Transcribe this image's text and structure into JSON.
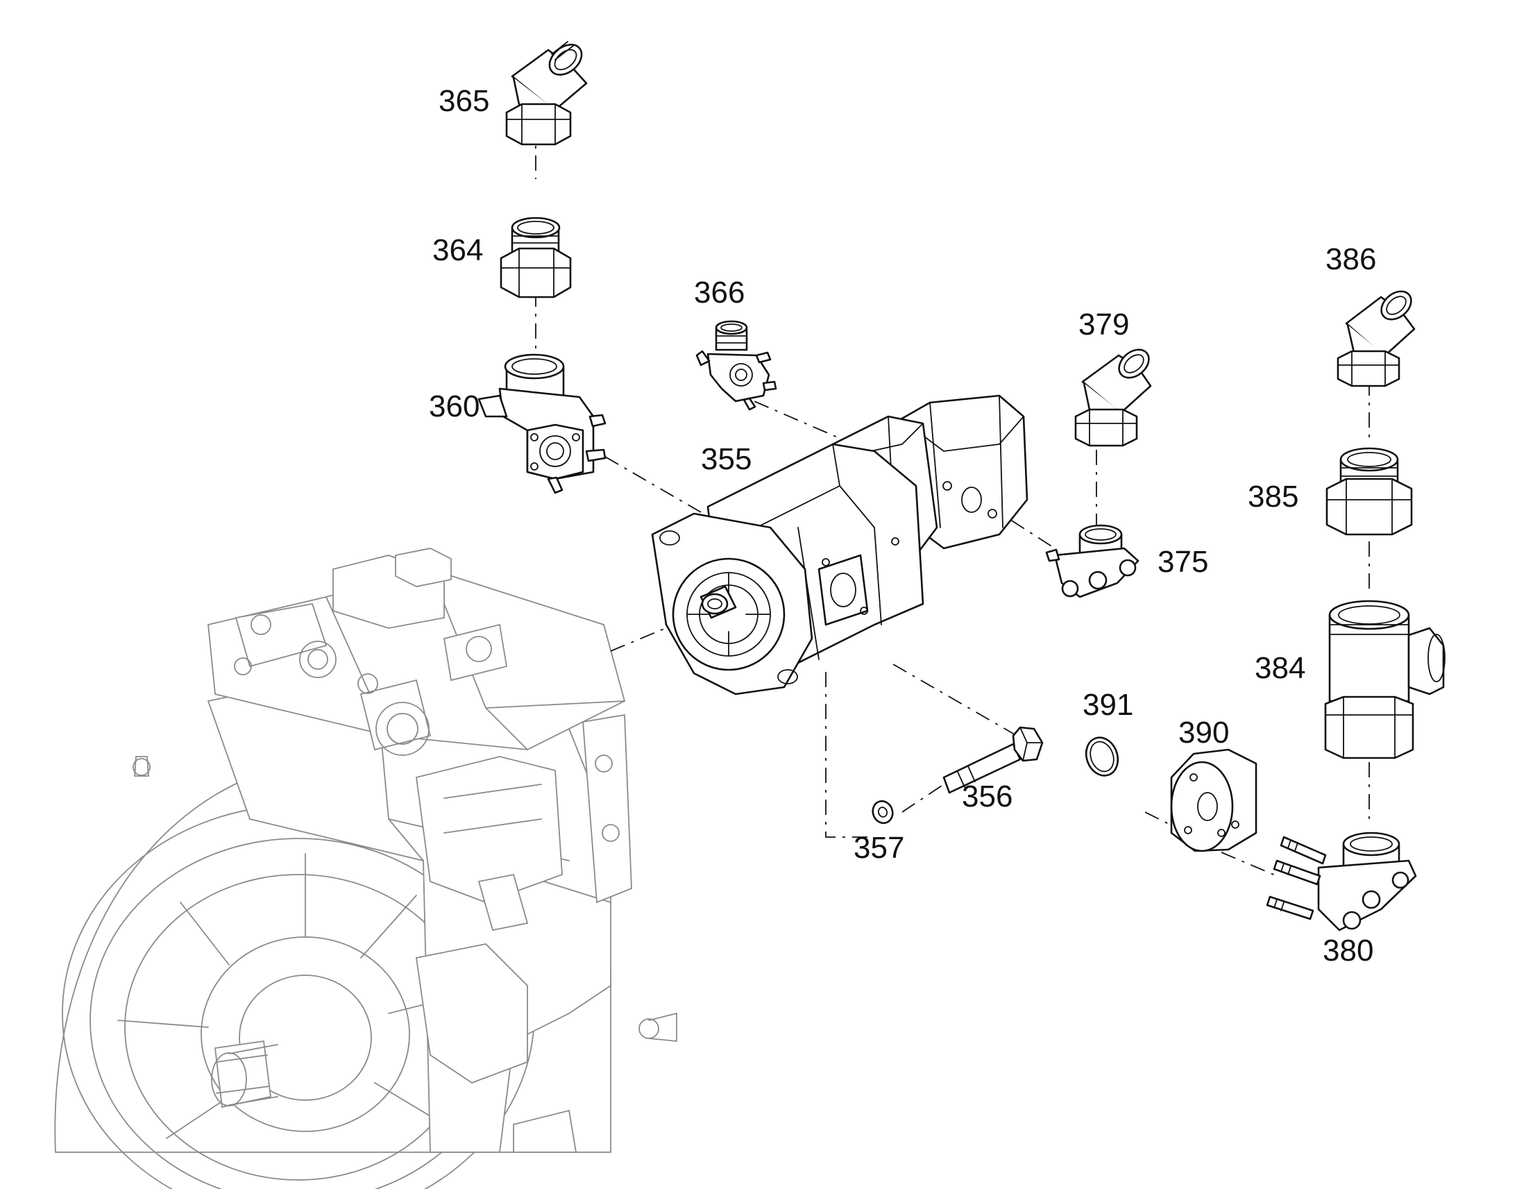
{
  "labels": {
    "p355": "355",
    "p356": "356",
    "p357": "357",
    "p360": "360",
    "p364": "364",
    "p365": "365",
    "p366": "366",
    "p375": "375",
    "p379": "379",
    "p380": "380",
    "p384": "384",
    "p385": "385",
    "p386": "386",
    "p390": "390",
    "p391": "391"
  },
  "colors": {
    "line": "#111111",
    "ghost_line": "#8a8a8a",
    "background": "#ffffff"
  }
}
